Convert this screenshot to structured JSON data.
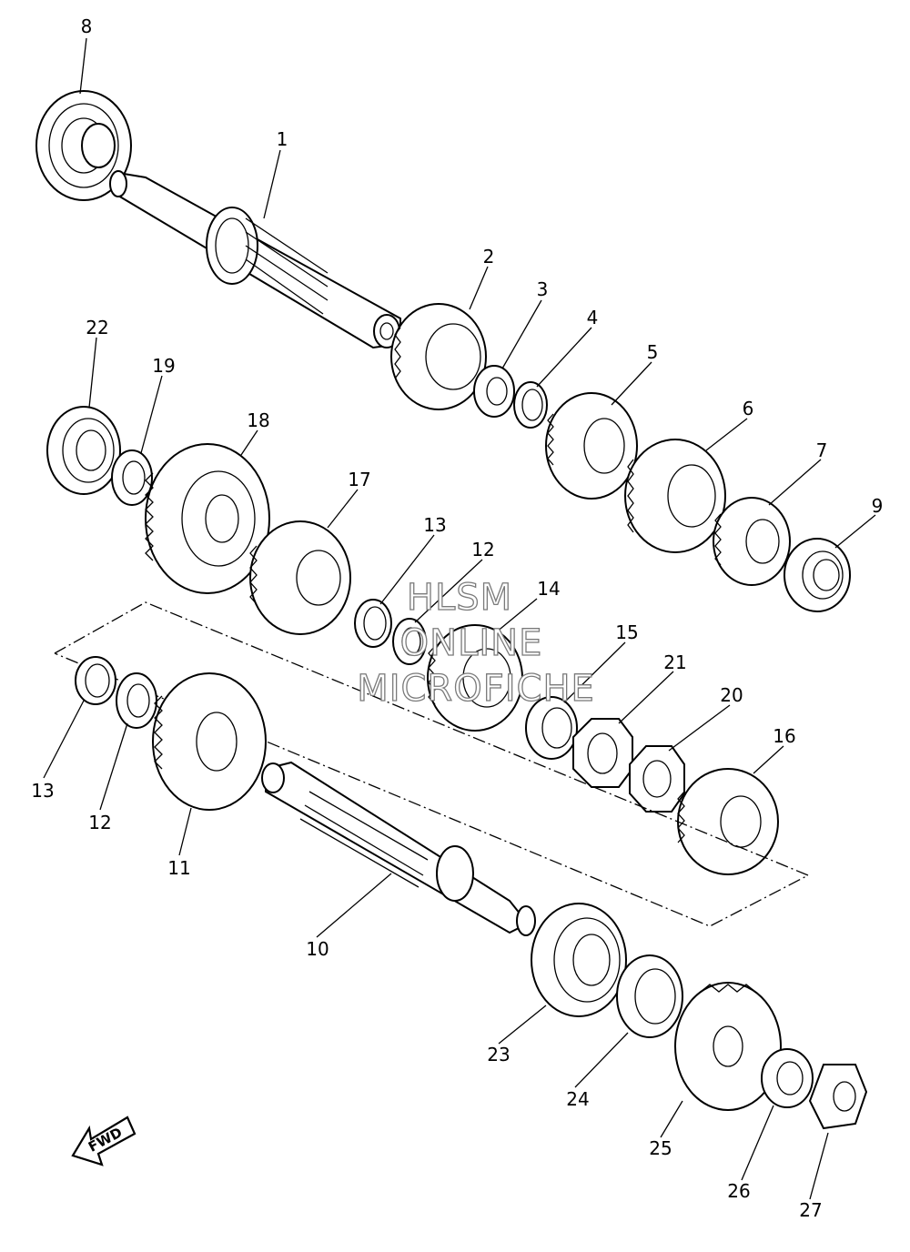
{
  "labels": {
    "l1": "1",
    "l2": "2",
    "l3": "3",
    "l4": "4",
    "l5": "5",
    "l6": "6",
    "l7": "7",
    "l8": "8",
    "l9": "9",
    "l10": "10",
    "l11": "11",
    "l12a": "12",
    "l12b": "12",
    "l13a": "13",
    "l13b": "13",
    "l14": "14",
    "l15": "15",
    "l16": "16",
    "l17": "17",
    "l18": "18",
    "l19": "19",
    "l20": "20",
    "l21": "21",
    "l22": "22",
    "l23": "23",
    "l24": "24",
    "l25": "25",
    "l26": "26",
    "l27": "27"
  },
  "watermark": {
    "line1": "HLSM",
    "line2": "ONLINE",
    "line3": "MICROFICHE"
  },
  "fwd_arrow": {
    "text": "FWD",
    "icon": "fwd-arrow-icon"
  }
}
